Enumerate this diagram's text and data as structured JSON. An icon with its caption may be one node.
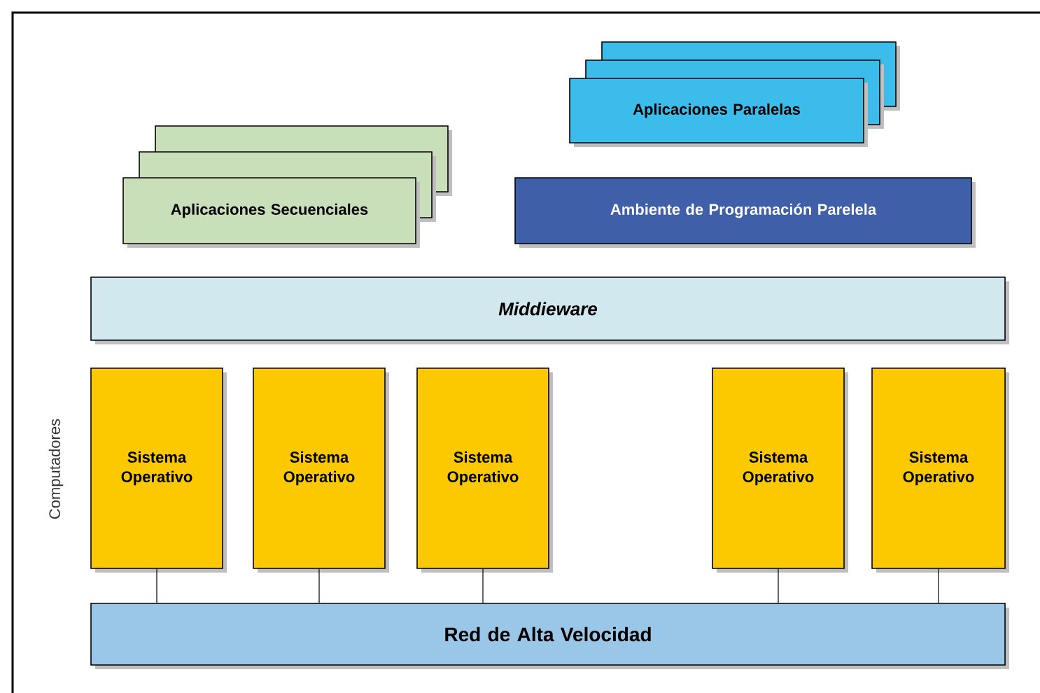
{
  "diagram": {
    "nodes": [
      {
        "text": [
          "Aplicaciones Secuenciales"
        ]
      },
      {
        "text": [
          "Aplicaciones Paralelas"
        ]
      },
      {
        "text": [
          "Ambiente de Programación Parelela"
        ]
      },
      {
        "text": [
          "Middieware"
        ]
      },
      {
        "text": [
          "Sistema Operativo"
        ]
      },
      {
        "text": [
          "Sistema Operativo"
        ]
      },
      {
        "text": [
          "Sistema Operativo"
        ]
      },
      {
        "text": [
          "Sistema Operativo"
        ]
      },
      {
        "text": [
          "Sistema Operativo"
        ]
      },
      {
        "text": [
          "Red de Alta Velocidad"
        ]
      }
    ],
    "edges": [
      {
        "from": 4,
        "to": 9,
        "arrow": "none"
      },
      {
        "from": 5,
        "to": 9,
        "arrow": "none"
      },
      {
        "from": 6,
        "to": 9,
        "arrow": "none"
      },
      {
        "from": 7,
        "to": 9,
        "arrow": "none"
      },
      {
        "from": 8,
        "to": 9,
        "arrow": "none"
      }
    ],
    "labels": [
      "Computadores"
    ]
  }
}
